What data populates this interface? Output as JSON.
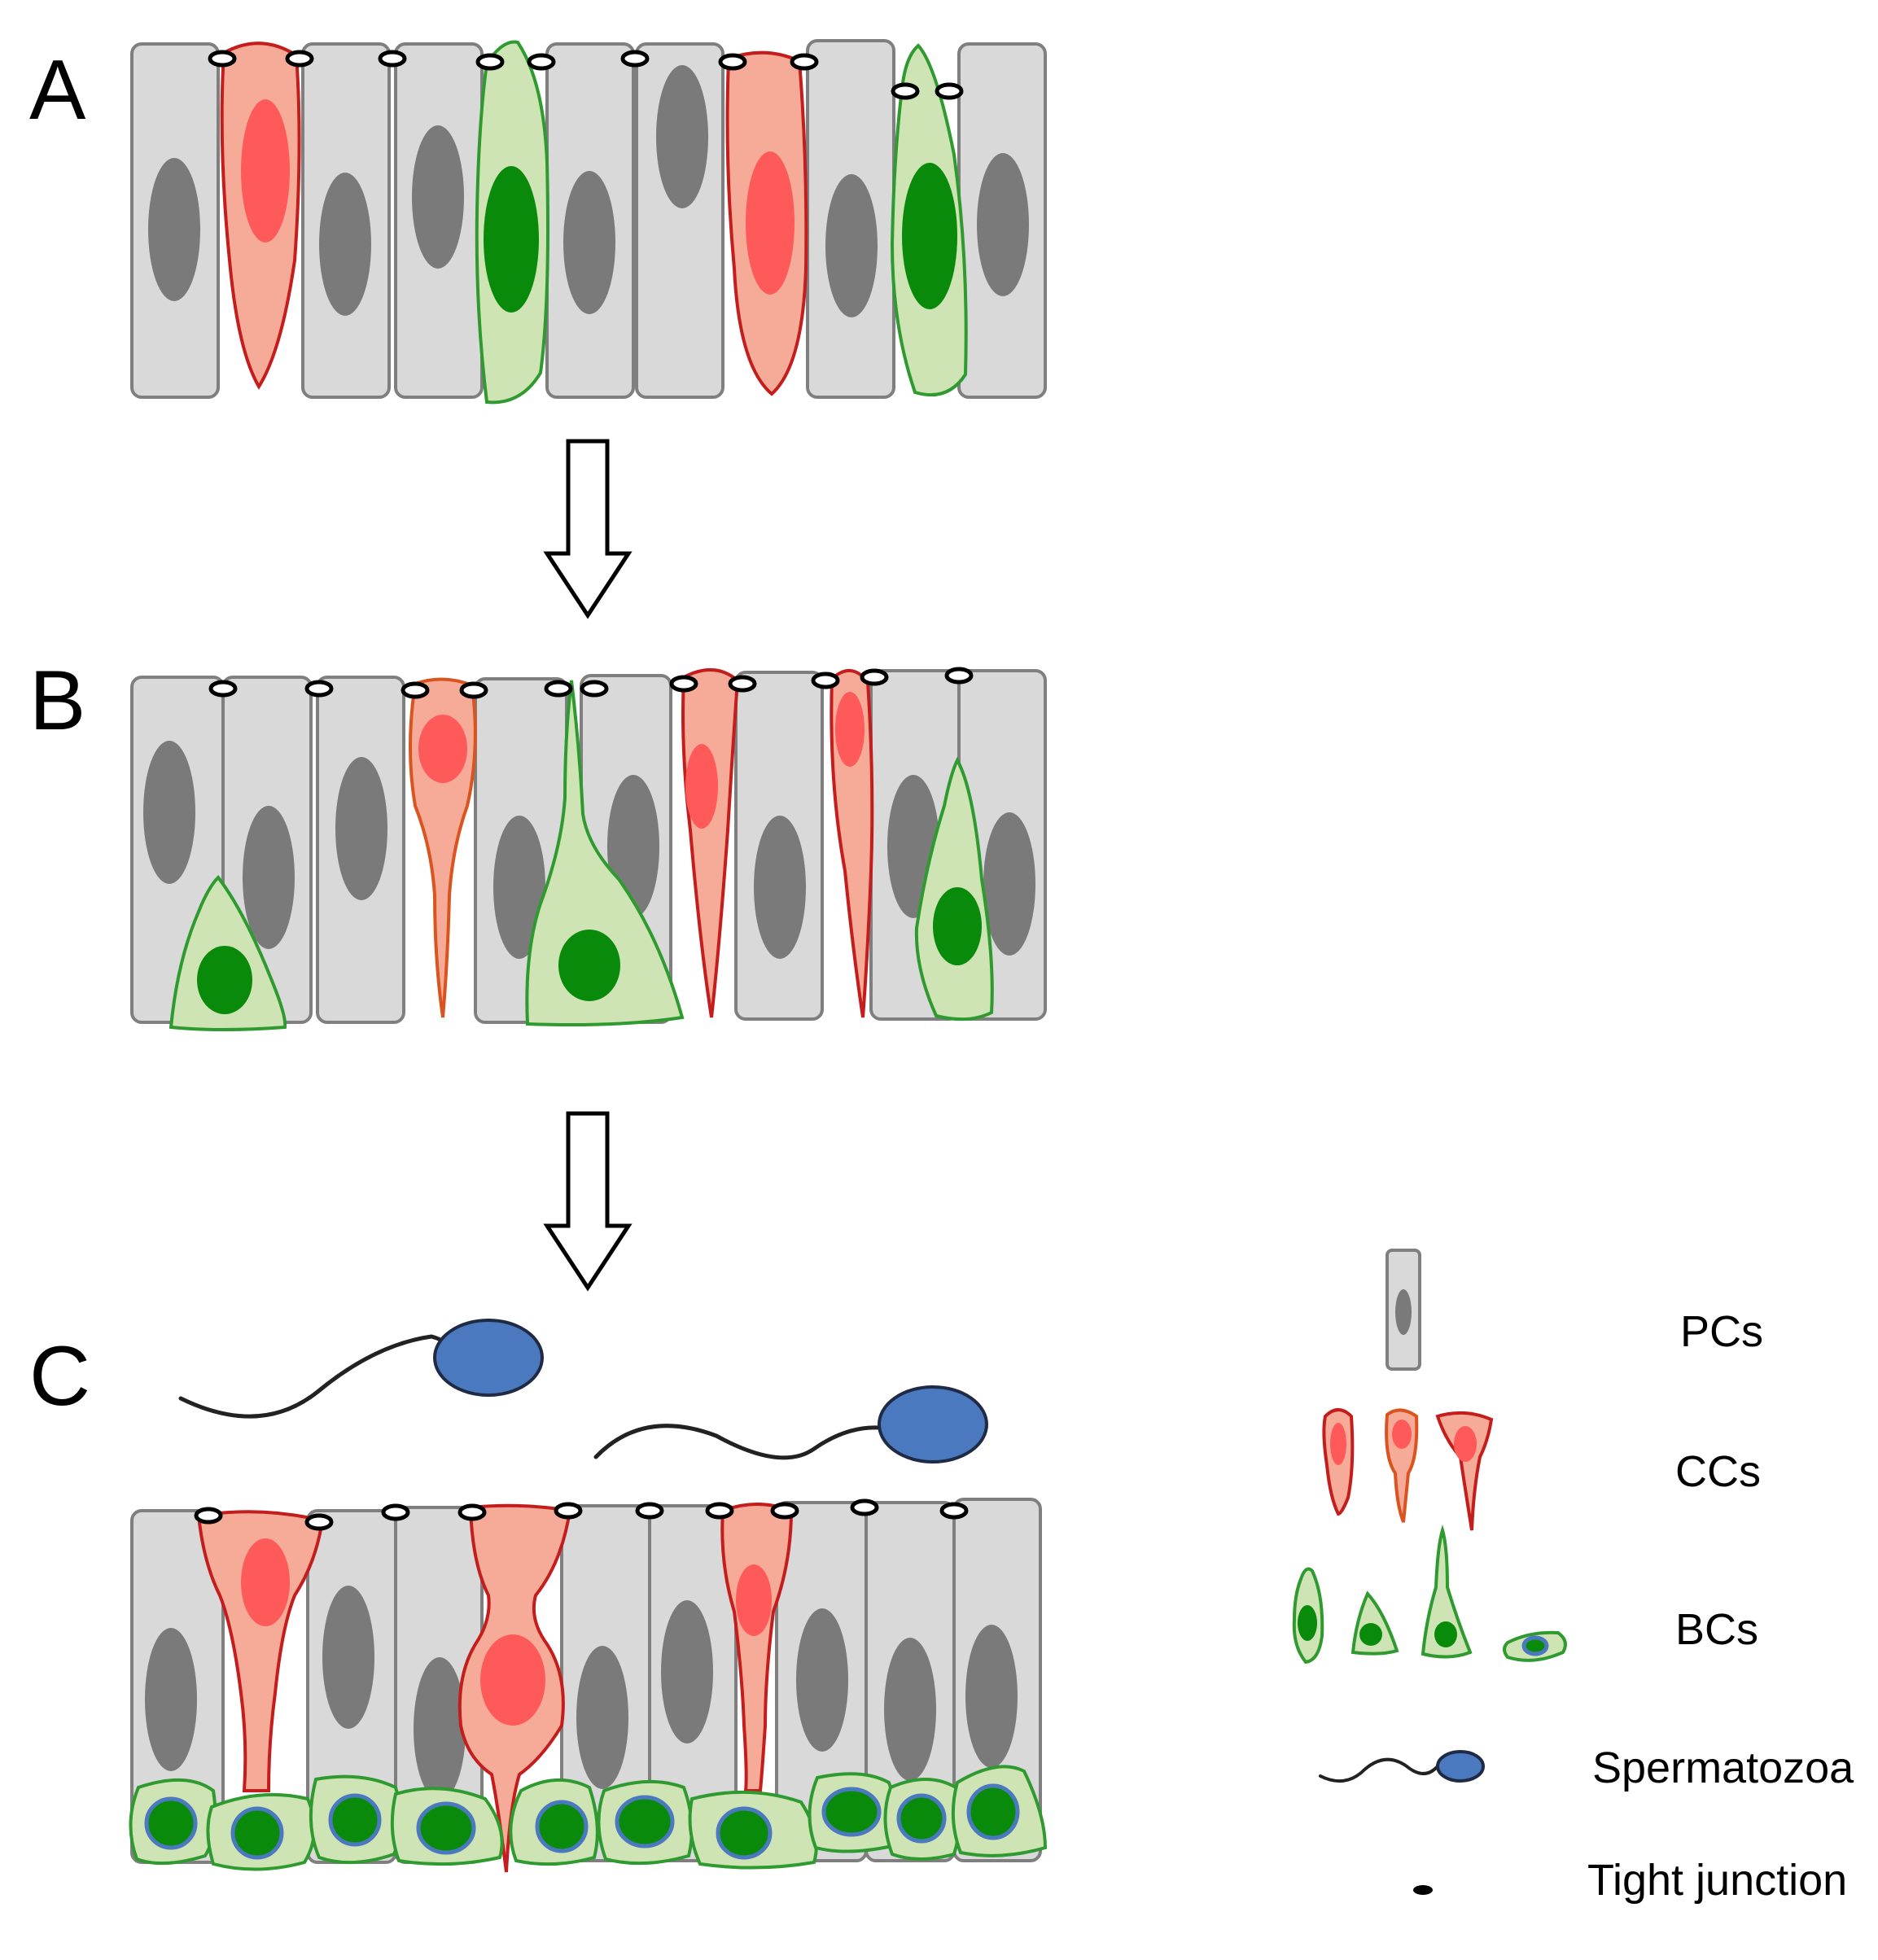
{
  "panels": [
    {
      "label": "A"
    },
    {
      "label": "B"
    },
    {
      "label": "C"
    }
  ],
  "legend": {
    "items": [
      {
        "key": "pc",
        "label": "PCs"
      },
      {
        "key": "cc",
        "label": "CCs"
      },
      {
        "key": "bc",
        "label": "BCs"
      },
      {
        "key": "sperm",
        "label": "Spermatozoa"
      },
      {
        "key": "tj",
        "label": "Tight junction"
      }
    ]
  },
  "colors": {
    "pc_fill": "#d9d9d9",
    "pc_stroke": "#7f7f7f",
    "pc_nucleus": "#7a7a7a",
    "cc_fill": "#f6aa98",
    "cc_stroke": "#c41d1d",
    "cc_nucleus": "#ff5a5a",
    "bc_fill": "#cfe4b4",
    "bc_stroke": "#2f9a2f",
    "bc_nucleus": "#0a8a0a",
    "sperm_head": "#4b79c0",
    "sperm_outline": "#1f2a44",
    "junction": "#000000"
  }
}
